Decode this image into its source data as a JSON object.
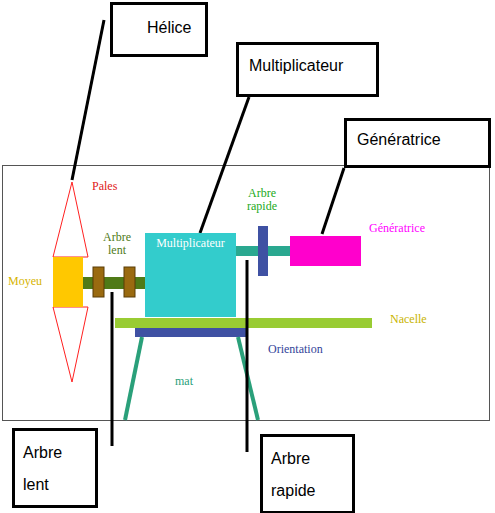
{
  "diagram": {
    "nodes": [
      {
        "text": [
          "Hélice"
        ]
      },
      {
        "text": [
          "Multiplicateur"
        ]
      },
      {
        "text": [
          "Génératrice"
        ]
      },
      {
        "text": [
          "Multiplicateur"
        ]
      },
      {
        "text": [
          "Arbre lent"
        ]
      },
      {
        "text": [
          "Arbre rapide"
        ]
      }
    ],
    "edges": [
      {
        "from": 1,
        "to": 3,
        "arrow": "none"
      }
    ],
    "labels": [
      "Pales",
      "Arbre lent",
      "Arbre rapide",
      "Génératrice",
      "Moyeu",
      "Nacelle",
      "Orientation",
      "mat"
    ]
  }
}
